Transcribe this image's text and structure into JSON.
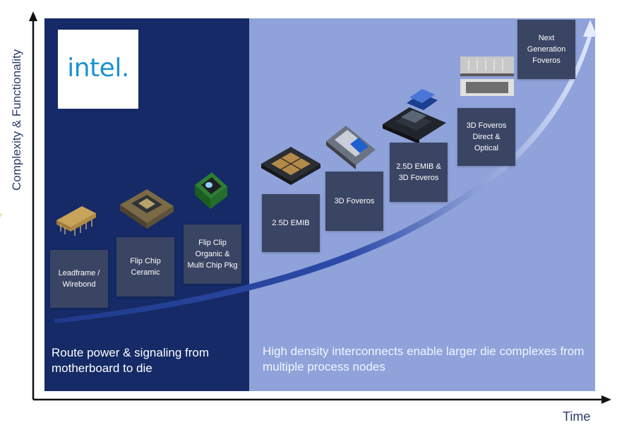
{
  "axes": {
    "y_label": "Complexity & Functionality",
    "x_label": "Time"
  },
  "logo": {
    "text": "intel."
  },
  "steps": [
    {
      "label": "Leadframe / Wirebond"
    },
    {
      "label": "Flip Chip Ceramic"
    },
    {
      "label": "Flip Clip Organic & Multi Chip Pkg"
    },
    {
      "label": "2.5D EMIB"
    },
    {
      "label": "3D Foveros"
    },
    {
      "label": "2.5D EMIB & 3D Foveros"
    },
    {
      "label": "3D Foveros Direct & Optical"
    },
    {
      "label": "Next Generation Foveros"
    }
  ],
  "captions": {
    "left": "Route power & signaling from motherboard to die",
    "right": "High density interconnects enable larger die complexes from multiple process nodes"
  },
  "colors": {
    "left_panel": "#152a66",
    "right_panel": "#8fa2da",
    "box": "#3a4463",
    "curve": "#2a4aa0",
    "intel_blue": "#1a92d1"
  }
}
